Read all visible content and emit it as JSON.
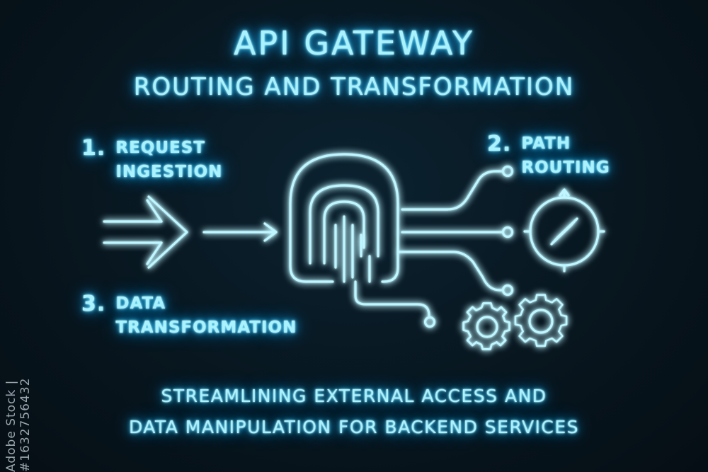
{
  "title": "API GATEWAY",
  "subtitle": "ROUTING AND TRANSFORMATION",
  "steps": [
    {
      "number": "1.",
      "line1": "REQUEST",
      "line2": "INGESTION"
    },
    {
      "number": "2.",
      "line1": "PATH",
      "line2": "ROUTING"
    },
    {
      "number": "3.",
      "line1": "DATA",
      "line2": "TRANSFORMATION"
    }
  ],
  "tagline": {
    "line1": "STREAMLINING EXTERNAL ACCESS AND",
    "line2": "DATA MANIPULATION FOR BACKEND SERVICES"
  },
  "watermark": "Adobe Stock | #1632756432",
  "colors": {
    "background": "#07141c",
    "neon": "#bff6ff",
    "glow": "#1fb6ff"
  },
  "icons": [
    "double-arrow-icon",
    "arrow-icon",
    "gateway-arch-icon",
    "fingerprint-icon",
    "compass-icon",
    "gears-icon"
  ]
}
